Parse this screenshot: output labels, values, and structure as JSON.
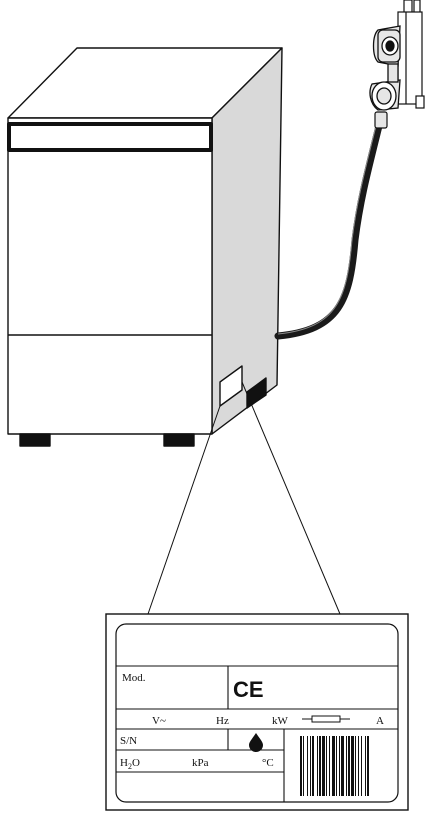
{
  "rating_plate": {
    "model_label": "Mod.",
    "ce_mark": "CE",
    "voltage_label": "V~",
    "frequency_label": "Hz",
    "power_label": "kW",
    "current_label": "A",
    "serial_label": "S/N",
    "water_label": "H",
    "water_subscript": "2",
    "water_suffix": "O",
    "pressure_label": "kPa",
    "temperature_label": "°C"
  },
  "icons": [
    "fuse-icon",
    "water-drop-icon",
    "barcode",
    "water-tap",
    "hose",
    "ce-mark"
  ],
  "colors": {
    "line": "#111111",
    "side_panel": "#d9d9d9",
    "hose": "#1a1a1a",
    "tap": "#e6e6e6"
  }
}
